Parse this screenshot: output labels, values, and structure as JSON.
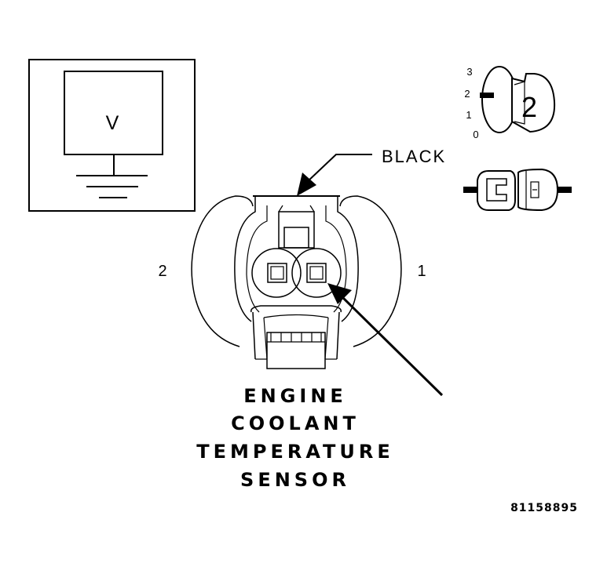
{
  "meter": {
    "symbol": "V"
  },
  "connector": {
    "color_label": "BLACK",
    "pin_left": "2",
    "pin_right": "1"
  },
  "sensor_name": {
    "line1": "ENGINE",
    "line2": "COOLANT",
    "line3": "TEMPERATURE",
    "line4": "SENSOR"
  },
  "ignition": {
    "positions": [
      "3",
      "2",
      "1",
      "0"
    ],
    "selected": "2"
  },
  "figure_id": "81158895",
  "colors": {
    "ink": "#000000",
    "paper": "#ffffff"
  },
  "icons": [
    "voltmeter-icon",
    "ignition-key-icon",
    "connector-plug-icon"
  ]
}
